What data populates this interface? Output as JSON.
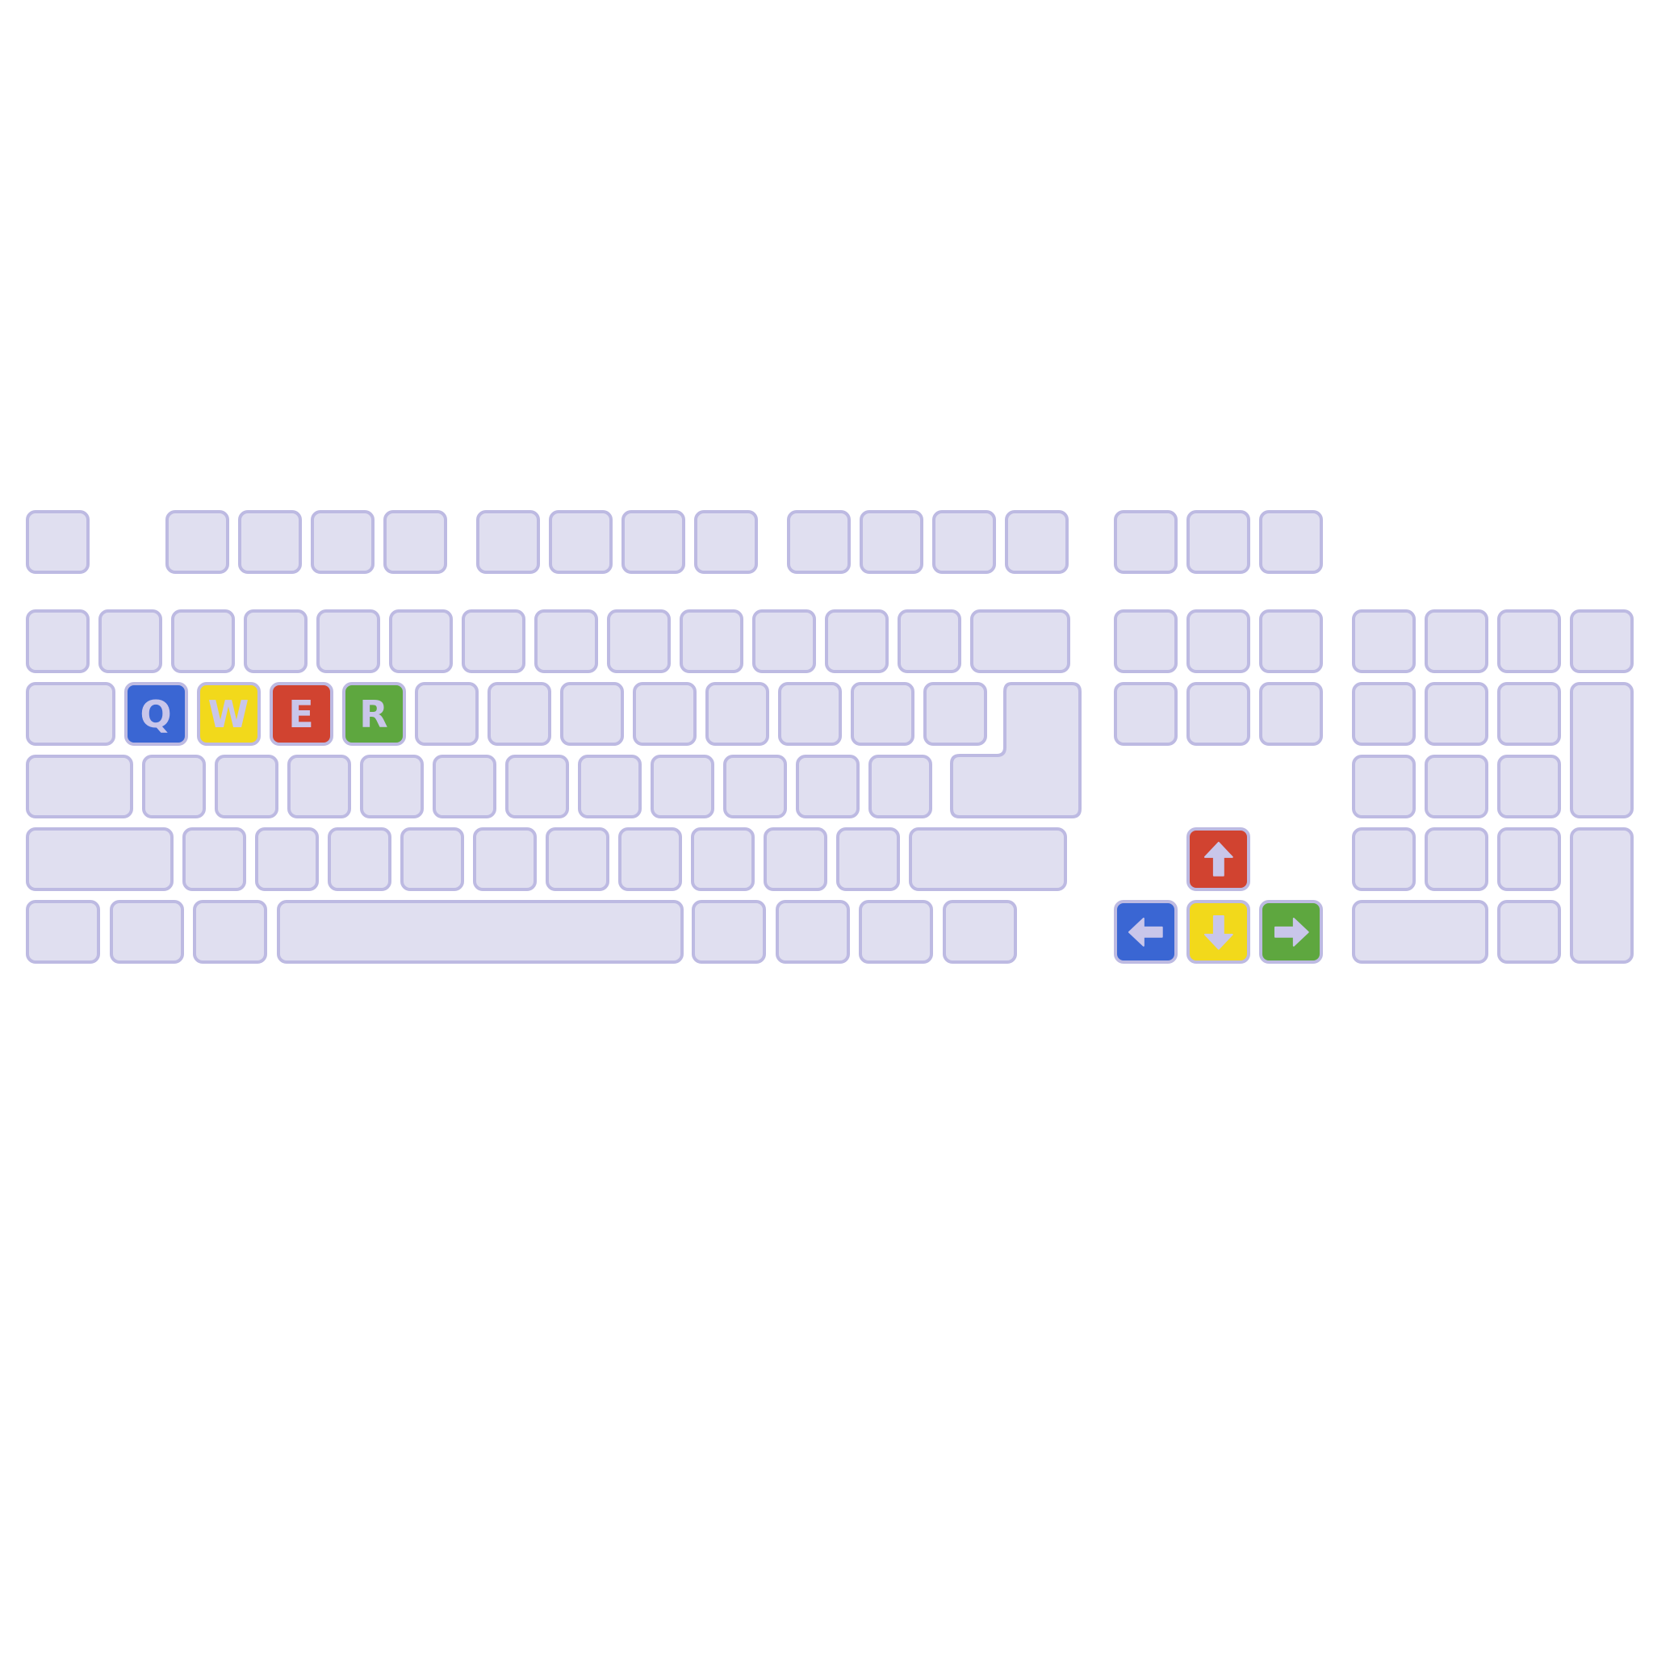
{
  "colors": {
    "background": "#ffffff",
    "key_fill": "#e0dff0",
    "key_border": "#bdbae2",
    "legend": "#c9c6ea",
    "blue": "#3a66d3",
    "yellow": "#f2d91b",
    "red": "#d14330",
    "green": "#5ea73f"
  },
  "highlighted_keys": [
    {
      "key": "Q",
      "label": "Q",
      "color": "blue"
    },
    {
      "key": "W",
      "label": "W",
      "color": "yellow"
    },
    {
      "key": "E",
      "label": "E",
      "color": "red"
    },
    {
      "key": "R",
      "label": "R",
      "color": "green"
    },
    {
      "key": "up",
      "icon": "arrow-up-icon",
      "color": "red"
    },
    {
      "key": "left",
      "icon": "arrow-left-icon",
      "color": "blue"
    },
    {
      "key": "down",
      "icon": "arrow-down-icon",
      "color": "yellow"
    },
    {
      "key": "right",
      "icon": "arrow-right-icon",
      "color": "green"
    }
  ]
}
